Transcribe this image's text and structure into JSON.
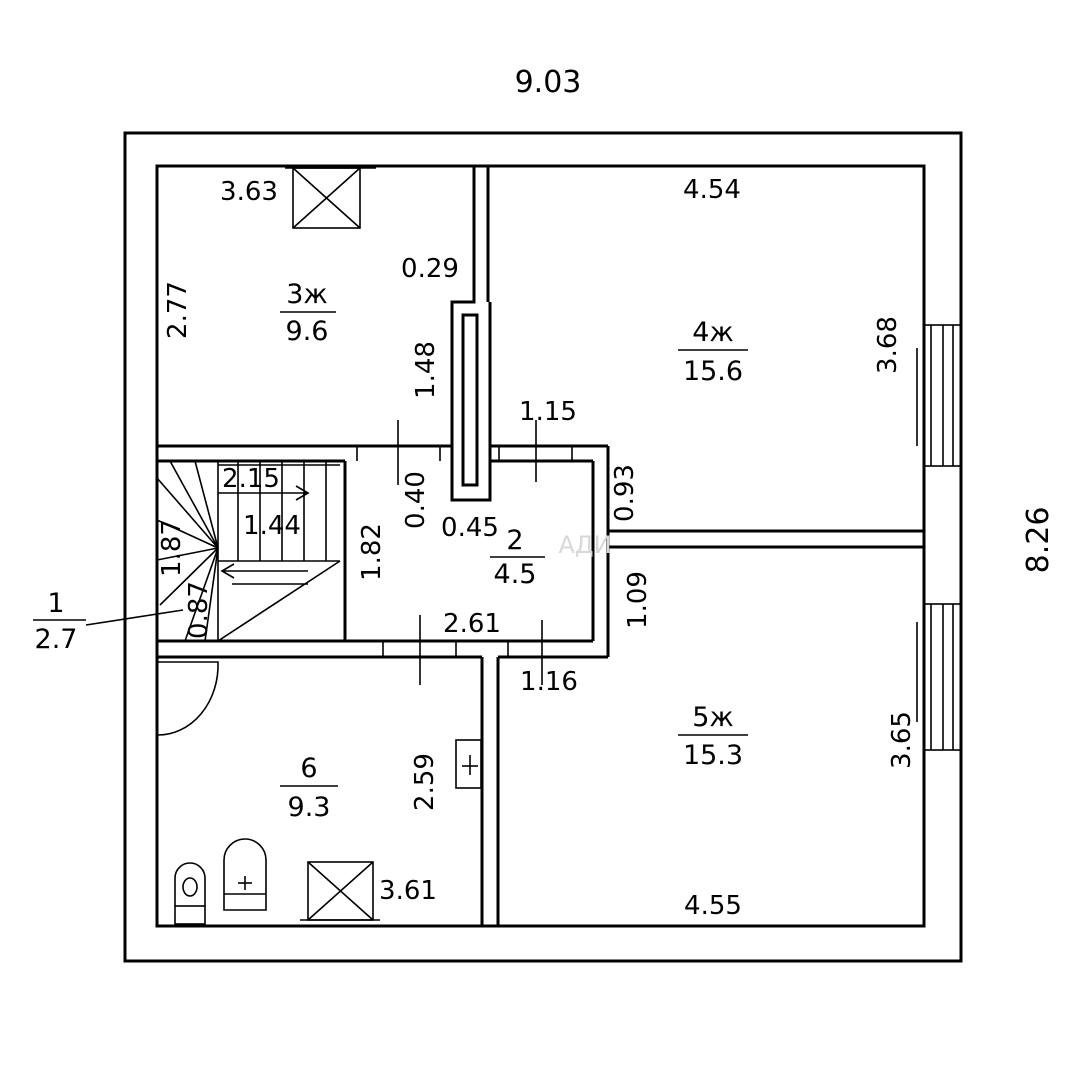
{
  "overall": {
    "width": "9.03",
    "depth": "8.26"
  },
  "rooms": {
    "r1": {
      "num": "1",
      "area": "2.7"
    },
    "r2": {
      "num": "2",
      "area": "4.5"
    },
    "r3": {
      "num": "3ж",
      "area": "9.6"
    },
    "r4": {
      "num": "4ж",
      "area": "15.6"
    },
    "r5": {
      "num": "5ж",
      "area": "15.3"
    },
    "r6": {
      "num": "6",
      "area": "9.3"
    }
  },
  "dims": {
    "d363": "3.63",
    "d029": "0.29",
    "d277": "2.77",
    "d148": "1.48",
    "d454": "4.54",
    "d368": "3.68",
    "d115": "1.15",
    "d093": "0.93",
    "d040": "0.40",
    "d045": "0.45",
    "d182": "1.82",
    "d215": "2.15",
    "d144": "1.44",
    "d187": "1.87",
    "d087": "0.87",
    "d261": "2.61",
    "d109": "1.09",
    "d116": "1.16",
    "d259": "2.59",
    "d361": "3.61",
    "d365": "3.65",
    "d455": "4.55"
  },
  "watermark": "АДИ"
}
